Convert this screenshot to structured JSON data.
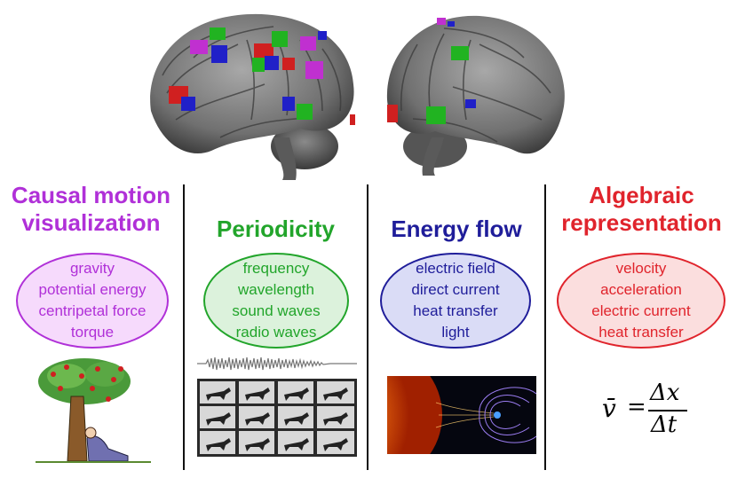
{
  "columns": [
    {
      "title_lines": [
        "Causal motion",
        "visualization"
      ],
      "color": "#b030d8",
      "oval_fill": "#f6dafc",
      "items": [
        "gravity",
        "potential energy",
        "centripetal force",
        "torque"
      ],
      "illustration": "apple-tree-newton"
    },
    {
      "title_lines": [
        "Periodicity"
      ],
      "color": "#22a52b",
      "oval_fill": "#dcf2dc",
      "items": [
        "frequency",
        "wavelength",
        "sound waves",
        "radio waves"
      ],
      "illustration": "waveform-and-horse-frames"
    },
    {
      "title_lines": [
        "Energy flow"
      ],
      "color": "#1f1d9a",
      "oval_fill": "#dadcf6",
      "items": [
        "electric field",
        "direct current",
        "heat transfer",
        "light"
      ],
      "illustration": "sun-magnetosphere"
    },
    {
      "title_lines": [
        "Algebraic",
        "representation"
      ],
      "color": "#e0242c",
      "oval_fill": "#fbdede",
      "items": [
        "velocity",
        "acceleration",
        "electric current",
        "heat transfer"
      ],
      "illustration": "velocity-formula"
    }
  ],
  "formula": {
    "lhs": "v̄",
    "equals": "=",
    "numerator": "Δx",
    "denominator": "Δt"
  },
  "brain_views": [
    "left-hemisphere-lateral",
    "right-hemisphere-lateral"
  ]
}
